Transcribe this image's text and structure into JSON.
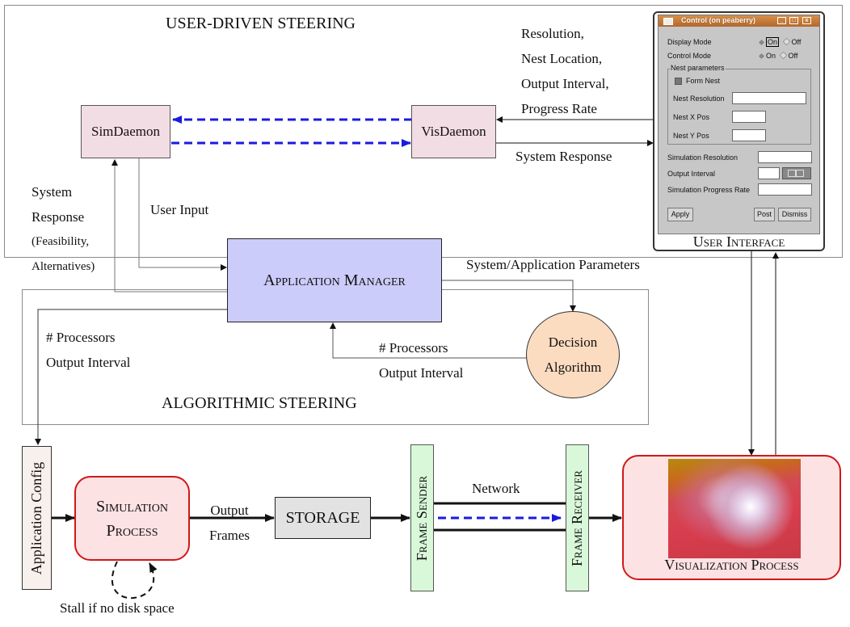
{
  "regions": {
    "user_driven": {
      "title": "USER-DRIVEN STEERING"
    },
    "algorithmic": {
      "title": "ALGORITHMIC STEERING"
    }
  },
  "nodes": {
    "sim_daemon": "SimDaemon",
    "vis_daemon": "VisDaemon",
    "application_manager": "Application Manager",
    "decision_algorithm": [
      "Decision",
      "Algorithm"
    ],
    "application_config": "Application Config",
    "simulation_process": [
      "Simulation",
      "Process"
    ],
    "storage": "STORAGE",
    "frame_sender": "Frame Sender",
    "frame_receiver": "Frame Receiver",
    "visualization_process": "Visualization Process",
    "user_interface": "User Interface"
  },
  "labels": {
    "ui_params": [
      "Resolution,",
      "Nest Location,",
      "Output Interval,",
      "Progress Rate"
    ],
    "system_response": "System Response",
    "system_response_feasibility": [
      "System",
      "Response",
      "(Feasibility,",
      "Alternatives)"
    ],
    "user_input": "User Input",
    "system_app_params": "System/Application Parameters",
    "left_params": [
      "# Processors",
      "Output Interval"
    ],
    "decision_params": [
      "# Processors",
      "Output Interval"
    ],
    "output_frames": [
      "Output",
      "Frames"
    ],
    "network": "Network",
    "stall": "Stall if no disk space"
  },
  "control_dialog": {
    "title": "Control (on peaberry)",
    "window_buttons": [
      "_",
      "□",
      "x"
    ],
    "display_mode": {
      "label": "Display Mode",
      "options": [
        "On",
        "Off"
      ],
      "selected": "On"
    },
    "control_mode": {
      "label": "Control Mode",
      "options": [
        "On",
        "Off"
      ],
      "selected": "On"
    },
    "nest_group_label": "Nest parameters",
    "form_nest": {
      "label": "Form Nest",
      "checked": false
    },
    "nest_resolution": {
      "label": "Nest Resolution",
      "value": ""
    },
    "nest_x": {
      "label": "Nest X Pos",
      "value": ""
    },
    "nest_y": {
      "label": "Nest Y Pos",
      "value": ""
    },
    "sim_resolution": {
      "label": "Simulation Resolution",
      "value": ""
    },
    "output_interval": {
      "label": "Output Interval",
      "value": ""
    },
    "progress_rate": {
      "label": "Simulation Progress Rate",
      "value": ""
    },
    "buttons": {
      "apply": "Apply",
      "post": "Post",
      "dismiss": "Dismiss"
    }
  },
  "colors": {
    "daemon_fill": "#f3dde4",
    "manager_fill": "#ccccfb",
    "decision_fill": "#fbdcc0",
    "config_fill": "#f8f0ec",
    "process_fill": "#fde2e4",
    "process_stroke": "#d01818",
    "storage_fill": "#e2e2e2",
    "frame_fill": "#d9f8d9",
    "dashed_blue": "#1a1ae0"
  }
}
